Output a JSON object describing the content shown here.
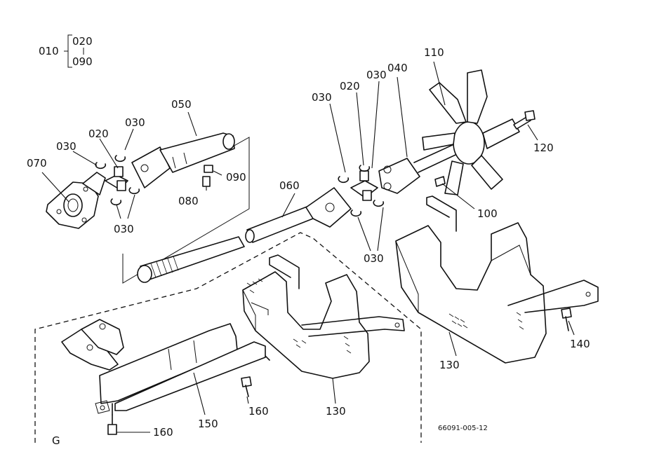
{
  "group_code": {
    "main": "010",
    "sub_top": "020",
    "sub_bottom": "090"
  },
  "callouts": {
    "c020_left": "020",
    "c030_left_top": "030",
    "c030_left_a": "030",
    "c070": "070",
    "c050": "050",
    "c090": "090",
    "c080": "080",
    "c030_left_bottom": "030",
    "c060": "060",
    "c030_mid_top": "030",
    "c020_mid": "020",
    "c030_mid_right": "030",
    "c040": "040",
    "c110": "110",
    "c120": "120",
    "c100": "100",
    "c030_mid_bottom": "030",
    "c140": "140",
    "c130_right": "130",
    "c130_mid": "130",
    "c160_mid": "160",
    "c150": "150",
    "c160_bottom": "160"
  },
  "view_label": "G",
  "drawing_number": "66091-005-12"
}
